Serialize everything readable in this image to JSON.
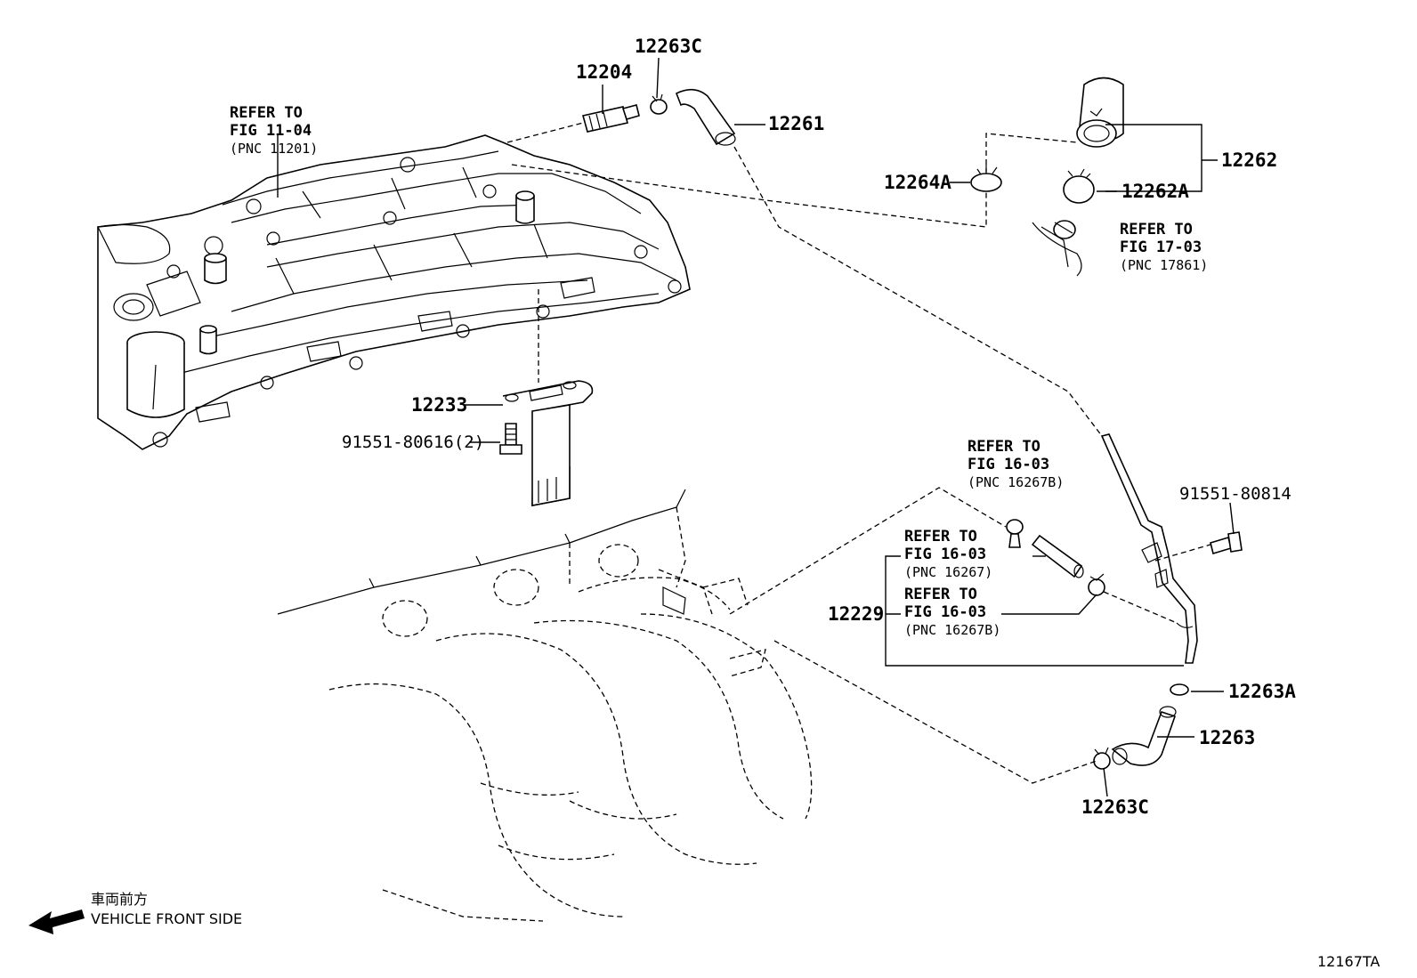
{
  "labels": {
    "p12204": "12204",
    "p12263C_top": "12263C",
    "p12261": "12261",
    "p12262": "12262",
    "p12264A": "12264A",
    "p12262A": "12262A",
    "p12233": "12233",
    "bolt1": "91551-80616(2)",
    "bolt2": "91551-80814",
    "p12229": "12229",
    "p12263A": "12263A",
    "p12263": "12263",
    "p12263C_bot": "12263C",
    "figure_id": "12167TA"
  },
  "refs": {
    "r1": {
      "l1": "REFER TO",
      "l2": "FIG 11-04",
      "l3": "(PNC 11201)"
    },
    "r2": {
      "l1": "REFER TO",
      "l2": "FIG 17-03",
      "l3": "(PNC 17861)"
    },
    "r3": {
      "l1": "REFER TO",
      "l2": "FIG 16-03",
      "l3": "(PNC 16267B)"
    },
    "r4": {
      "l1": "REFER TO",
      "l2": "FIG 16-03",
      "l3": "(PNC 16267)"
    },
    "r5": {
      "l1": "REFER TO",
      "l2": "FIG 16-03",
      "l3": "(PNC 16267B)"
    }
  },
  "direction": {
    "jp": "車両前方",
    "en": "VEHICLE FRONT SIDE"
  }
}
